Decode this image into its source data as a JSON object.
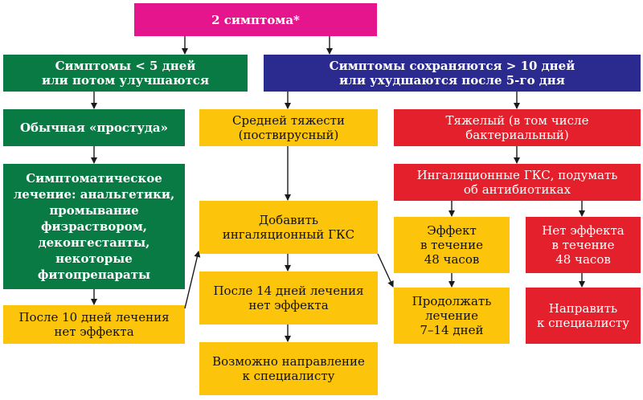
{
  "nodes": {
    "start": "2 симптома*",
    "short_symptoms": "Симптомы < 5 дней\nили потом улучшаются",
    "long_symptoms": "Симптомы сохраняются > 10 дней\nили ухудшаются после 5-го дня",
    "common_cold": "Обычная «простуда»",
    "moderate": "Средней тяжести\n(поствирусный)",
    "severe": "Тяжелый (в том числе\nбактериальный)",
    "symptomatic": "Симптоматическое\nлечение: анальгетики,\nпромывание\nфизраствором,\nдеконгестанты,\nнекоторые\nфитопрепараты",
    "inhaled_gcs_antibiotics": "Ингаляционные ГКС, подумать\nоб антибиотиках",
    "add_gcs": "Добавить\nингаляционный ГКС",
    "effect_48h": "Эффект\nв течение\n48 часов",
    "no_effect_48h": "Нет эффекта\nв течение\n48 часов",
    "after_10_days": "После 10 дней лечения\nнет эффекта",
    "after_14_days": "После 14 дней лечения\nнет эффекта",
    "continue_treatment": "Продолжать\nлечение\n7–14 дней",
    "refer_specialist": "Направить\nк специалисту",
    "possible_referral": "Возможно направление\nк специалисту"
  },
  "colors": {
    "magenta": "#e5158d",
    "green": "#0a7a45",
    "blue": "#2b2a8f",
    "yellow": "#fcc50b",
    "red": "#e3202b"
  }
}
